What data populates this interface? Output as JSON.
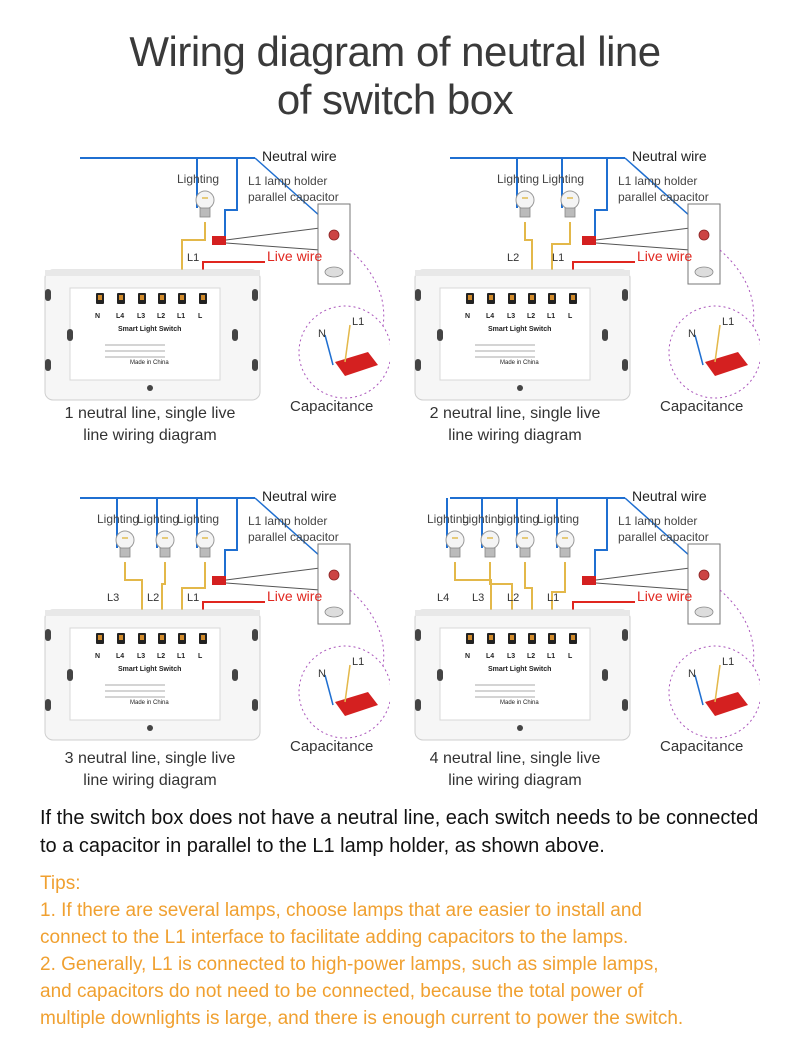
{
  "title_line1": "Wiring diagram of neutral line",
  "title_line2": "of switch box",
  "labels": {
    "neutral": "Neutral wire",
    "live": "Live wire",
    "lighting": "Lighting",
    "holder_line1": "L1 lamp holder",
    "holder_line2": "parallel capacitor",
    "capacitance": "Capacitance",
    "n": "N",
    "l1": "L1",
    "l2": "L2",
    "l3": "L3",
    "l4": "L4",
    "switch_brand": "Smart Light Switch",
    "made_in": "Made in China",
    "terminals": [
      "N",
      "L4",
      "L3",
      "L2",
      "L1",
      "L"
    ]
  },
  "panels": [
    {
      "caption1": "1 neutral line, single live",
      "caption2": "line wiring diagram"
    },
    {
      "caption1": "2 neutral line, single live",
      "caption2": "line wiring diagram"
    },
    {
      "caption1": "3 neutral line, single live",
      "caption2": "line wiring diagram"
    },
    {
      "caption1": "4 neutral line, single live",
      "caption2": "line wiring diagram"
    }
  ],
  "note": "If the switch box does not have a neutral line, each switch needs to be connected to a capacitor in parallel to the L1 lamp holder, as shown above.",
  "tips": {
    "heading": "Tips:",
    "lines": [
      "1. If there are several lamps, choose lamps that are easier to install and",
      "connect to the L1 interface to facilitate adding capacitors to the lamps.",
      "2. Generally, L1 is connected to high-power lamps, such as simple lamps,",
      "and capacitors do not need to be connected, because the total power of",
      "multiple downlights is large, and there is enough current to power the switch."
    ]
  },
  "colors": {
    "neutral": "#1f6fd1",
    "live": "#e0261f",
    "lamp_wire": "#e3b84a",
    "capacitor": "#d42020",
    "tips": "#f0a030"
  }
}
